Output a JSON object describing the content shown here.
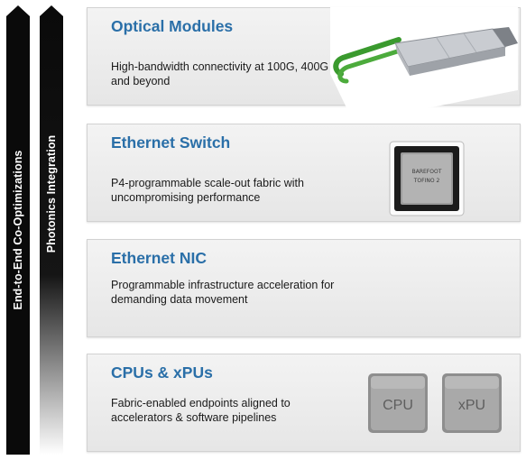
{
  "side_bars": {
    "left": {
      "label": "End-to-End Co-Optimizations"
    },
    "right": {
      "label": "Photonics Integration"
    }
  },
  "cards": [
    {
      "title": "Optical Modules",
      "description": "High-bandwidth connectivity at 100G, 400G and beyond"
    },
    {
      "title": "Ethernet Switch",
      "description": "P4-programmable scale-out fabric with uncompromising performance"
    },
    {
      "title": "Ethernet NIC",
      "description": "Programmable infrastructure acceleration for demanding data movement"
    },
    {
      "title": "CPUs & xPUs",
      "description": "Fabric-enabled endpoints aligned to accelerators & software pipelines"
    }
  ],
  "chip_labels": {
    "switch_chip_line1": "BAREFOOT",
    "switch_chip_line2": "TOFINO 2",
    "cpu": "CPU",
    "xpu": "xPU"
  },
  "colors": {
    "title_blue": "#2a6fa8",
    "bar_black": "#0a0a0a",
    "module_green": "#3a9a2e"
  }
}
